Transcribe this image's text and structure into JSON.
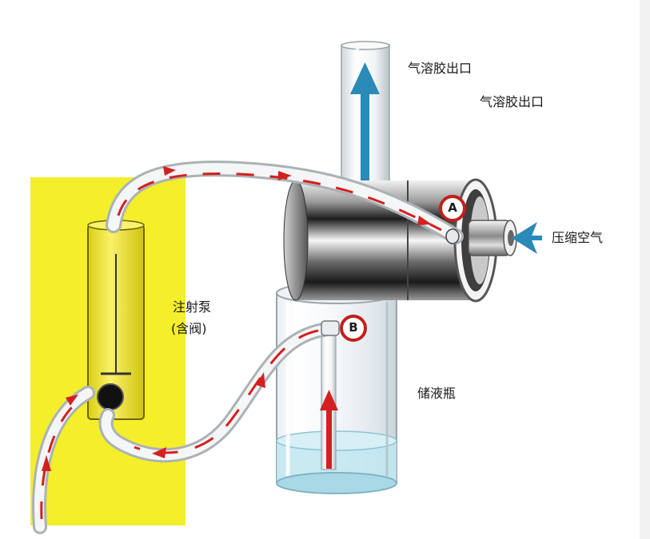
{
  "labels": {
    "aerosol_outlet_1": "气溶胶出口",
    "aerosol_outlet_2": "气溶胶出口",
    "compressed_air": "压缩空气",
    "syringe_pump_line1": "注射泵",
    "syringe_pump_line2": "(含阀)",
    "reservoir": "储液瓶",
    "port_a": "A",
    "port_b": "B"
  },
  "colors": {
    "pump_panel": "#f5ee2a",
    "arrow_red": "#d42020",
    "air_arrow_blue": "#2a8ab8",
    "liquid": "#bfe6f0",
    "metal_dark": "#1b1b1b",
    "metal_light": "#e6e6e6"
  }
}
